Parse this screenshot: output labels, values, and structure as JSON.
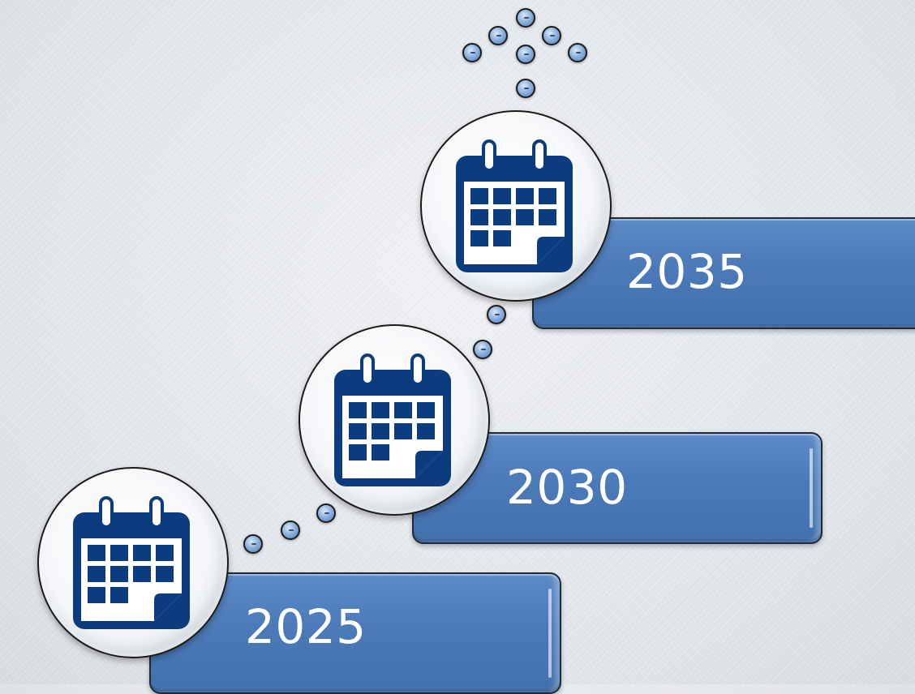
{
  "timeline": {
    "milestones": [
      {
        "label": "2025",
        "icon": "calendar-icon"
      },
      {
        "label": "2030",
        "icon": "calendar-icon"
      },
      {
        "label": "2035",
        "icon": "calendar-icon"
      }
    ],
    "connector_icon": "dot-icon",
    "direction_icon": "up-arrow-dots-icon"
  },
  "colors": {
    "bar_fill": "#4f80bd",
    "bar_border": "#1f2b3a",
    "calendar_icon": "#0b3d7e",
    "label_text": "#ffffff",
    "dot_fill": "#8fb3de",
    "background": "#e6e9ed"
  }
}
